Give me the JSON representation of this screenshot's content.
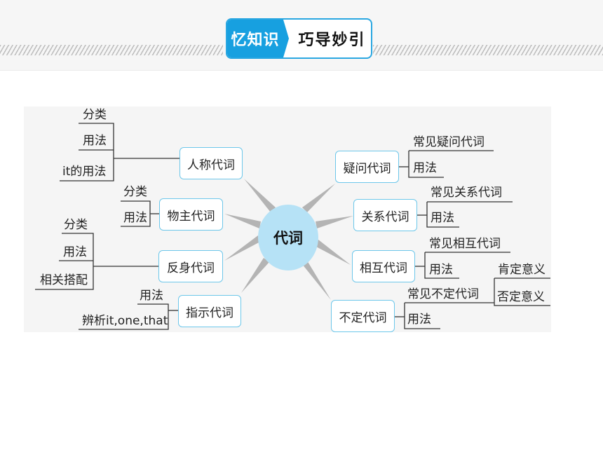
{
  "header": {
    "badge_left": "忆知识",
    "badge_right": "巧导妙引"
  },
  "center": "代词",
  "left": [
    {
      "label": "人称代词",
      "children": [
        "分类",
        "用法",
        "it的用法"
      ]
    },
    {
      "label": "物主代词",
      "children": [
        "分类",
        "用法"
      ]
    },
    {
      "label": "反身代词",
      "children": [
        "分类",
        "用法",
        "相关搭配"
      ]
    },
    {
      "label": "指示代词",
      "children": [
        "用法",
        "辨析it,one,that"
      ]
    }
  ],
  "right": [
    {
      "label": "疑问代词",
      "children": [
        "常见疑问代词",
        "用法"
      ]
    },
    {
      "label": "关系代词",
      "children": [
        "常见关系代词",
        "用法"
      ]
    },
    {
      "label": "相互代词",
      "children": [
        "常见相互代词",
        "用法"
      ]
    },
    {
      "label": "不定代词",
      "children": [
        "常见不定代词",
        "用法"
      ],
      "sub": [
        "肯定意义",
        "否定意义"
      ]
    }
  ]
}
